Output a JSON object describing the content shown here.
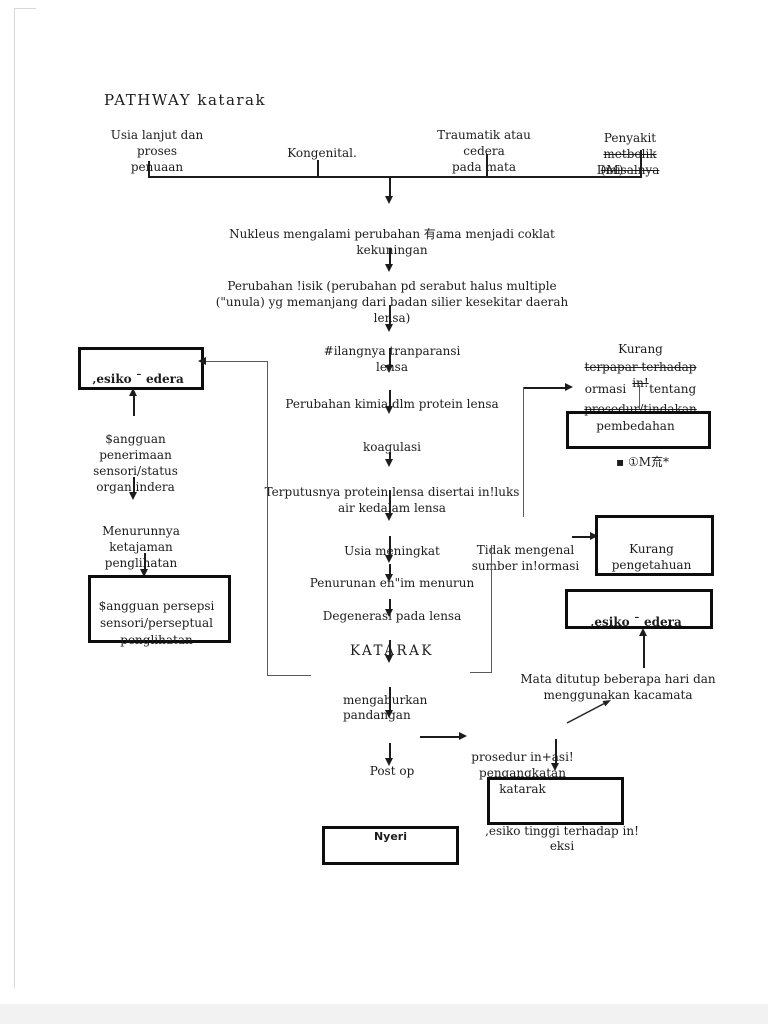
{
  "title": "PATHWAY katarak",
  "colors": {
    "ink": "#1c1c1c",
    "box_border": "#0d0d0d",
    "page_edge": "#d9d9d9"
  },
  "causes": {
    "aging": "Usia lanjut dan proses\npenuaan",
    "congenital": "Kongenital.",
    "trauma": "Traumatik atau cedera\npada mata",
    "disease_l1": "Penyakit",
    "disease_l2": "metbolik (misalnya",
    "disease_l3": "DM)"
  },
  "steps": {
    "s1": "Nukleus mengalami perubahan 有ama menjadi coklat\nkekuningan",
    "s2": "Perubahan !isik (perubahan pd serabut halus multiple\n(\"unula) yg memanjang dari badan silier kesekitar daerah\nlensa)",
    "s3": "#ilangnya tranparansi\nlensa",
    "s4": "Perubahan kimia dlm protein lensa",
    "s5": "koagulasi",
    "s6": "Terputusnya protein lensa disertai in!luks\nair kedalam lensa",
    "s7": "Usia meningkat",
    "s8": "Penurunan en\"im menurun",
    "s9": "Degenerasi pada lensa",
    "katarak": "KATARAK"
  },
  "post": {
    "blur": "mengaburkan\npandangan",
    "postop": "Post op",
    "nyeri": "Nyeri",
    "procedure": "prosedur in+asi!\npengangkatan katarak",
    "infection_risk": "‚esiko tinggi terhadap in!\neksi",
    "eye_patch": "Mata ditutup beberapa hari dan\nmenggunakan kacamata"
  },
  "right": {
    "no_source": "Tidak mengenal\nsumber in!ormasi",
    "knowledge_deficit": "Kurang\npengetahuan",
    "injury_risk": "‚esiko ¯ edera",
    "exposure_l1": "Kurang",
    "exposure_l2": "terpapar terhadap in!",
    "exposure_l3": "ormasi      tentang",
    "exposure_l4": "prosedur/tindakan",
    "surgery": "pembedahan",
    "glyphs": "▪ ①M㐬*"
  },
  "left": {
    "injury_risk": "‚esiko ¯ edera",
    "sensory": "$angguan\npenerimaan\nsensori/status\norgan indera",
    "acuity": "Menurunnya\nketajaman\npenglihatan",
    "perception": "$angguan persepsi\nsensori/perseptual\npenglihatan"
  }
}
